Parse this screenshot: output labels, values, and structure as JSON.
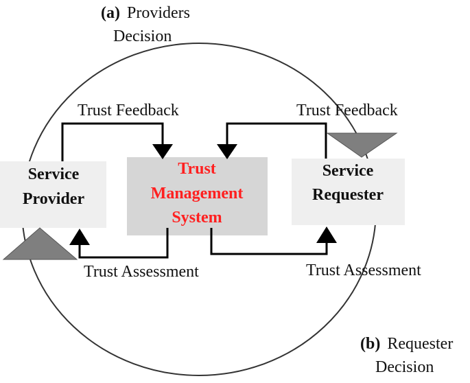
{
  "diagram": {
    "decision_a": {
      "prefix": "(a)",
      "line1": "Providers",
      "line2": "Decision"
    },
    "decision_b": {
      "prefix": "(b)",
      "line1": "Requester",
      "line2": "Decision"
    },
    "nodes": {
      "provider": {
        "line1": "Service",
        "line2": "Provider"
      },
      "tms": {
        "line1": "Trust",
        "line2": "Management",
        "line3": "System"
      },
      "requester": {
        "line1": "Service",
        "line2": "Requester"
      }
    },
    "edges": {
      "feedback_left": "Trust Feedback",
      "feedback_right": "Trust Feedback",
      "assessment_left": "Trust Assessment",
      "assessment_right": "Trust Assessment"
    },
    "colors": {
      "box_fill": "#efefef",
      "tms_fill": "#d6d6d6",
      "tms_text": "#ff2020",
      "triangle": "#7f7f7f",
      "line": "#000000"
    }
  }
}
